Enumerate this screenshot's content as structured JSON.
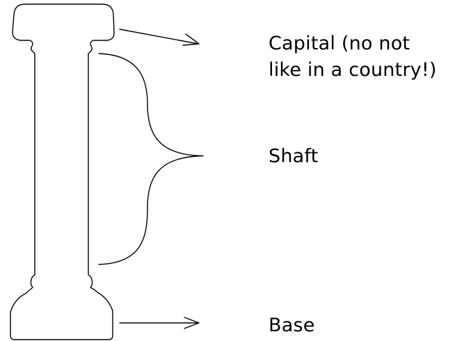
{
  "labels": {
    "capital_line1": "Capital (no not",
    "capital_line2": "like in a country!)",
    "shaft": "Shaft",
    "base": "Base"
  },
  "colors": {
    "stroke": "#000000",
    "background": "#ffffff"
  }
}
